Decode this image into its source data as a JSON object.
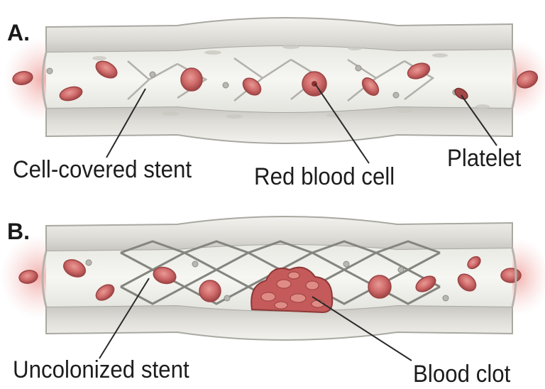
{
  "colors": {
    "vessel_wall": "#dcdcd6",
    "vessel_wall_shadow": "#b9b9b2",
    "lumen": "#eeeee9",
    "stent_wire": "#8d8d86",
    "cell_fill": "#cf6a6a",
    "cell_dark": "#a94848",
    "clot": "#c75a5a",
    "glow": "#f3c1bd",
    "leader_line": "#2a2a2a"
  },
  "panel_a": {
    "letter": "A.",
    "labels": {
      "stent": "Cell-covered stent",
      "red_cell": "Red blood cell",
      "platelet": "Platelet"
    }
  },
  "panel_b": {
    "letter": "B.",
    "labels": {
      "stent": "Uncolonized stent",
      "clot": "Blood clot"
    }
  }
}
